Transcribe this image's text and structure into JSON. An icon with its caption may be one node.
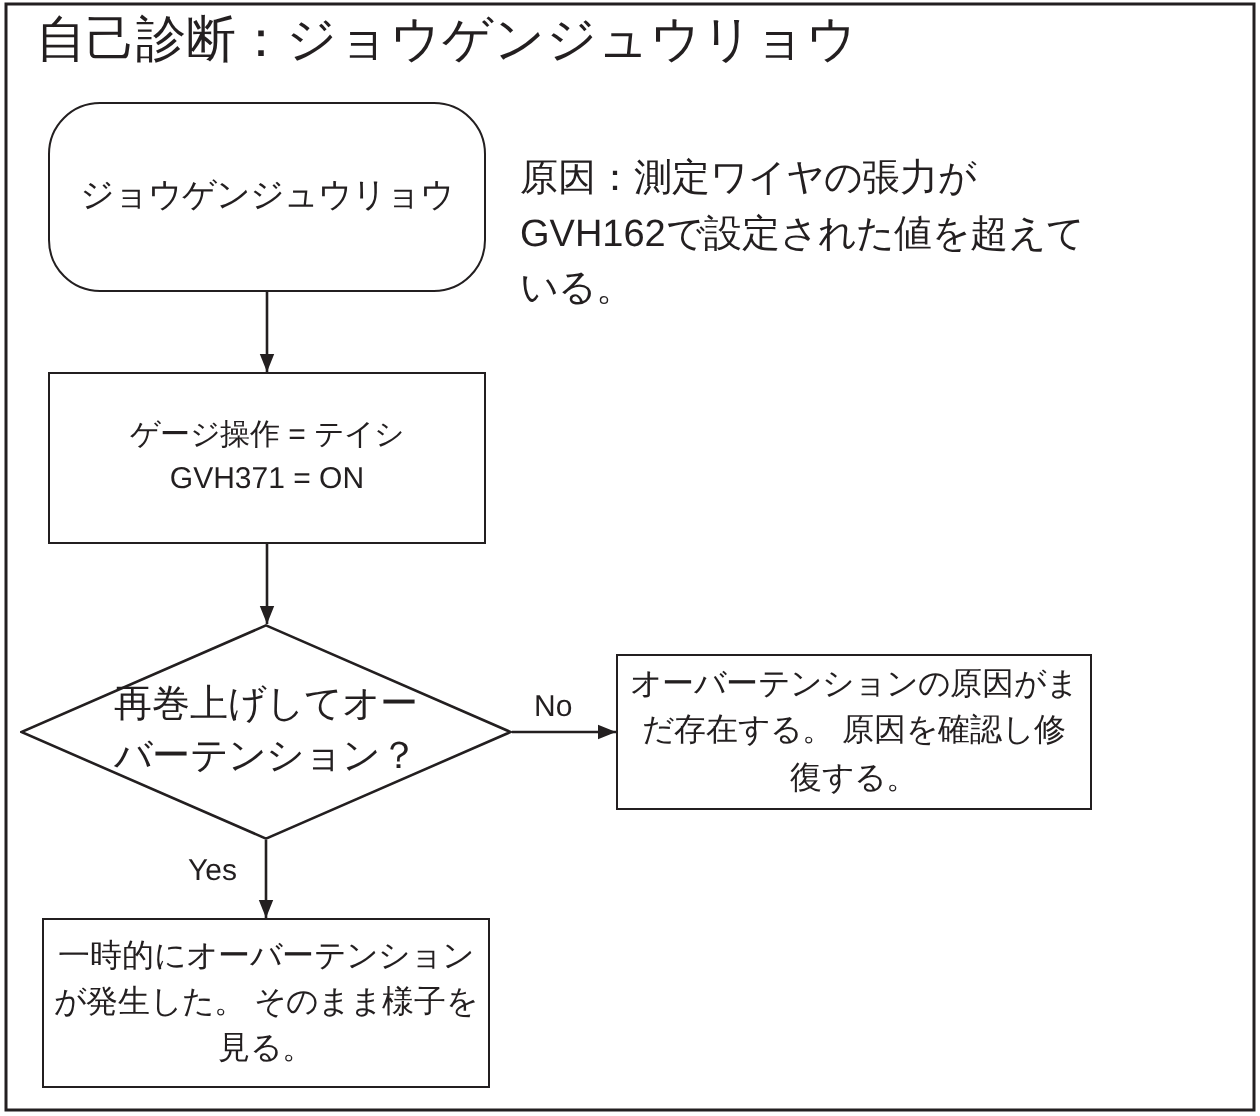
{
  "diagram": {
    "title": "自己診断：ジョウゲンジュウリョウ",
    "nodes": [
      {
        "text": [
          "ジョウゲンジュウリョウ"
        ]
      },
      {
        "text": [
          "ゲージ操作 = テイシ",
          "GVH371 = ON"
        ]
      },
      {
        "text": [
          "再巻上げしてオーバーテンション？"
        ]
      },
      {
        "text": [
          "オーバーテンションの原因がまだ存在する。 原因を確認し修復する。"
        ]
      },
      {
        "text": [
          "一時的にオーバーテンションが発生した。 そのまま様子を見る。"
        ]
      }
    ],
    "edges": [
      {
        "from": 0,
        "to": 1,
        "arrow": "to"
      },
      {
        "from": 1,
        "to": 2,
        "arrow": "to"
      },
      {
        "from": 2,
        "to": 3,
        "arrow": "to",
        "label": "No"
      },
      {
        "from": 2,
        "to": 4,
        "arrow": "to",
        "label": "Yes"
      }
    ],
    "labels": [
      "原因：測定ワイヤの張力が GVH162で設定された値を超えている。"
    ]
  }
}
